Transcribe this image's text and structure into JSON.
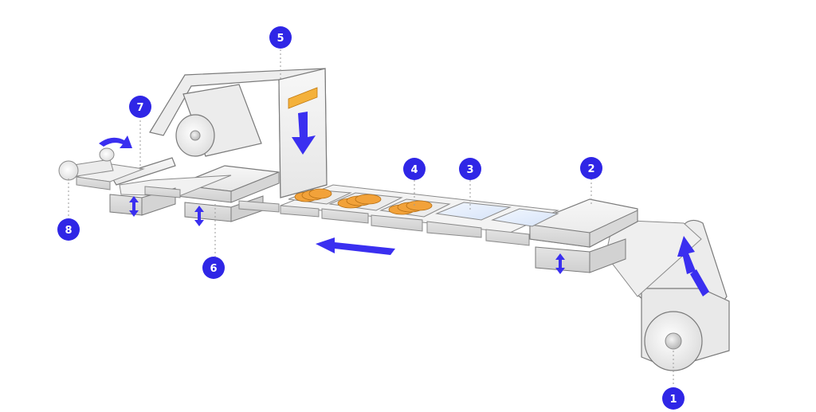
{
  "diagram": {
    "colors": {
      "badge": "#2f26e6",
      "arrow": "#3a2ff0",
      "machine_fill": "#eeeeee",
      "machine_stroke": "#7a7a7a",
      "product": "#f2a23a",
      "label_strip": "#f4b13b",
      "film_cell": "#dfe9fb"
    },
    "callouts": [
      {
        "id": "1",
        "label": "1"
      },
      {
        "id": "2",
        "label": "2"
      },
      {
        "id": "3",
        "label": "3"
      },
      {
        "id": "4",
        "label": "4"
      },
      {
        "id": "5",
        "label": "5"
      },
      {
        "id": "6",
        "label": "6"
      },
      {
        "id": "7",
        "label": "7"
      },
      {
        "id": "8",
        "label": "8"
      }
    ],
    "components": {
      "film_roll_bottom": "film-roll-icon",
      "forming_station": "forming-station",
      "empty_cavities": "film-cavity",
      "filled_trays": "cookie-tray",
      "lidding_station": "lidding-film-roll",
      "sealing_station": "sealing-station",
      "cross_cutter": "cross-cut-station",
      "discharge_roller": "discharge-roller"
    },
    "flow_direction": "right-to-left"
  }
}
